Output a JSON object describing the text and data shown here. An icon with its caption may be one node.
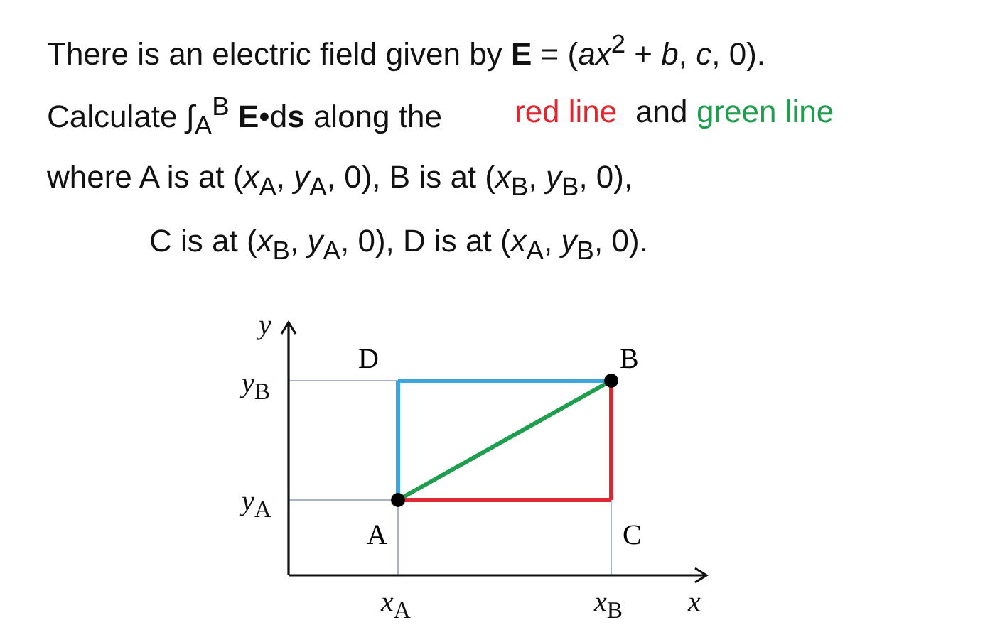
{
  "diagram": {
    "nodes": [
      {
        "text": [
          "A"
        ]
      },
      {
        "text": [
          "B"
        ]
      },
      {
        "text": [
          "C"
        ]
      },
      {
        "text": [
          "D"
        ]
      }
    ],
    "edges": [
      {
        "from": 0,
        "to": 2,
        "arrow": "none",
        "color": "#e0262e"
      },
      {
        "from": 2,
        "to": 1,
        "arrow": "none",
        "color": "#e0262e"
      },
      {
        "from": 0,
        "to": 3,
        "arrow": "none",
        "color": "#3aa7e0"
      },
      {
        "from": 3,
        "to": 1,
        "arrow": "none",
        "color": "#3aa7e0"
      },
      {
        "from": 0,
        "to": 1,
        "arrow": "none",
        "color": "#1e9e4e"
      }
    ],
    "labels": [
      "There is an electric field given by **E** = (*ax*$^{2}$ + *b*, *c*, 0).",
      "Calculate ∫$_{A}$$^{B}$ **E**•d**s** along the",
      "red line",
      "and",
      "green line",
      "where A is at (*x*$_{A}$, *y*$_{A}$, 0), B is at (*x*$_{B}$, *y*$_{B}$, 0),",
      "C is at (*x*$_{B}$, *y*$_{A}$, 0), D is at (*x*$_{A}$, *y*$_{B}$, 0).",
      "*y*",
      "*y*$_{B}$",
      "*y*$_{A}$",
      "*x*$_{A}$",
      "*x*$_{B}$",
      "*x*"
    ]
  }
}
